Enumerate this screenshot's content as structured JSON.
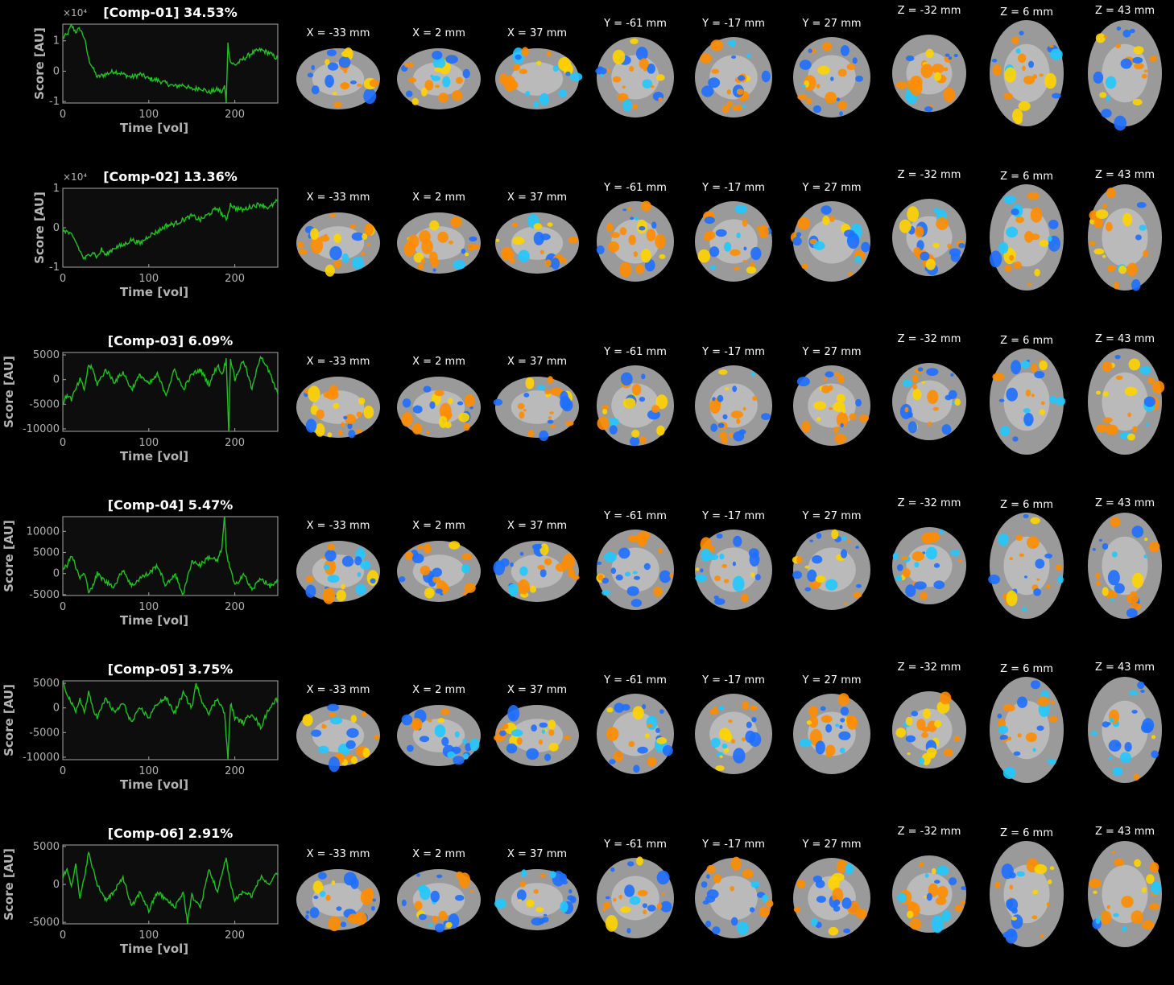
{
  "slice_labels": [
    "X = -33 mm",
    "X = 2 mm",
    "X = 37 mm",
    "Y = -61 mm",
    "Y = -17 mm",
    "Y = 27 mm",
    "Z = -32 mm",
    "Z = 6 mm",
    "Z = 43 mm"
  ],
  "colors": {
    "trace": "#22c022",
    "plot_bg": "#0d0d0d",
    "axis": "#a6a6a6",
    "brain": "#9a9a9a",
    "pos": "#ff8c00",
    "pos_hi": "#ffd400",
    "neg": "#1e6fff",
    "neg_hi": "#22c8ff"
  },
  "chart_data": [
    {
      "type": "line",
      "title": "[Comp-01] 34.53%",
      "xlabel": "Time [vol]",
      "ylabel": "Score [AU]",
      "exponent_label": "×10⁴",
      "xlim": [
        0,
        250
      ],
      "ylim": [
        -1.05,
        1.55
      ],
      "xticks": [
        0,
        100,
        200
      ],
      "xtick_labels": [
        "0",
        "100",
        "200"
      ],
      "yticks": [
        -1,
        0,
        1
      ],
      "ytick_labels": [
        "-1",
        "0",
        "1"
      ],
      "series": [
        {
          "x": [
            0,
            5,
            10,
            15,
            20,
            25,
            30,
            35,
            40,
            50,
            60,
            70,
            80,
            90,
            100,
            110,
            120,
            130,
            140,
            150,
            160,
            170,
            180,
            185,
            188,
            190,
            192,
            195,
            200,
            210,
            220,
            230,
            240,
            245,
            250
          ],
          "y": [
            1.1,
            1.2,
            1.5,
            1.3,
            1.4,
            1.1,
            0.4,
            0.1,
            -0.2,
            -0.1,
            0.0,
            -0.1,
            -0.2,
            -0.1,
            -0.25,
            -0.3,
            -0.4,
            -0.5,
            -0.45,
            -0.6,
            -0.55,
            -0.7,
            -0.6,
            -0.7,
            -0.5,
            -1.0,
            0.9,
            0.3,
            0.2,
            0.4,
            0.6,
            0.7,
            0.6,
            0.5,
            0.4
          ]
        }
      ]
    },
    {
      "type": "line",
      "title": "[Comp-02] 13.36%",
      "xlabel": "Time [vol]",
      "ylabel": "Score [AU]",
      "exponent_label": "×10⁴",
      "xlim": [
        0,
        250
      ],
      "ylim": [
        -1.0,
        1.0
      ],
      "xticks": [
        0,
        100,
        200
      ],
      "xtick_labels": [
        "0",
        "100",
        "200"
      ],
      "yticks": [
        -1,
        0,
        1
      ],
      "ytick_labels": [
        "-1",
        "0",
        "1"
      ],
      "series": [
        {
          "x": [
            0,
            5,
            10,
            15,
            20,
            25,
            30,
            35,
            40,
            45,
            50,
            60,
            70,
            80,
            90,
            100,
            110,
            120,
            130,
            140,
            150,
            160,
            170,
            180,
            190,
            195,
            200,
            210,
            220,
            230,
            240,
            250
          ],
          "y": [
            -0.05,
            -0.1,
            -0.2,
            -0.35,
            -0.6,
            -0.8,
            -0.7,
            -0.6,
            -0.75,
            -0.55,
            -0.7,
            -0.5,
            -0.45,
            -0.3,
            -0.4,
            -0.2,
            -0.1,
            0.05,
            0.1,
            0.2,
            0.3,
            0.2,
            0.35,
            0.5,
            0.2,
            0.6,
            0.5,
            0.45,
            0.55,
            0.6,
            0.5,
            0.7
          ]
        }
      ]
    },
    {
      "type": "line",
      "title": "[Comp-03] 6.09%",
      "xlabel": "Time [vol]",
      "ylabel": "Score [AU]",
      "xlim": [
        0,
        250
      ],
      "ylim": [
        -10500,
        5500
      ],
      "xticks": [
        0,
        100,
        200
      ],
      "xtick_labels": [
        "0",
        "100",
        "200"
      ],
      "yticks": [
        5000,
        0,
        -5000,
        -10000
      ],
      "ytick_labels": [
        "5000",
        "0",
        "-5000",
        "-10000"
      ],
      "series": [
        {
          "x": [
            0,
            5,
            10,
            15,
            20,
            25,
            30,
            35,
            40,
            50,
            60,
            70,
            80,
            90,
            100,
            110,
            120,
            130,
            140,
            150,
            160,
            170,
            180,
            185,
            190,
            193,
            195,
            200,
            210,
            220,
            230,
            240,
            250
          ],
          "y": [
            -5000,
            -3000,
            -4000,
            -2000,
            0,
            -2000,
            3000,
            2000,
            -1000,
            2000,
            -500,
            1500,
            -2000,
            1000,
            -1000,
            1000,
            -3000,
            2000,
            -2000,
            1000,
            2000,
            -1000,
            3000,
            1000,
            4000,
            -10500,
            4500,
            0,
            4000,
            -2000,
            5000,
            1500,
            -3000
          ]
        }
      ]
    },
    {
      "type": "line",
      "title": "[Comp-04] 5.47%",
      "xlabel": "Time [vol]",
      "ylabel": "Score [AU]",
      "xlim": [
        0,
        250
      ],
      "ylim": [
        -5200,
        13500
      ],
      "xticks": [
        0,
        100,
        200
      ],
      "xtick_labels": [
        "0",
        "100",
        "200"
      ],
      "yticks": [
        10000,
        5000,
        0,
        -5000
      ],
      "ytick_labels": [
        "10000",
        "5000",
        "0",
        "-5000"
      ],
      "series": [
        {
          "x": [
            0,
            5,
            10,
            15,
            20,
            25,
            30,
            35,
            40,
            50,
            60,
            70,
            80,
            90,
            100,
            110,
            120,
            130,
            140,
            150,
            160,
            170,
            180,
            185,
            188,
            190,
            192,
            195,
            200,
            210,
            220,
            230,
            240,
            250
          ],
          "y": [
            1500,
            2000,
            4500,
            1500,
            -1000,
            0,
            -4000,
            -3000,
            0,
            -2000,
            -3000,
            1000,
            -3000,
            -1000,
            0,
            2000,
            -3000,
            0,
            -5000,
            3000,
            2000,
            4000,
            3000,
            6000,
            13500,
            6000,
            3000,
            1000,
            -3000,
            0,
            -4000,
            -1000,
            -3000,
            -2000
          ]
        }
      ]
    },
    {
      "type": "line",
      "title": "[Comp-05] 3.75%",
      "xlabel": "Time [vol]",
      "ylabel": "Score [AU]",
      "xlim": [
        0,
        250
      ],
      "ylim": [
        -10500,
        5500
      ],
      "xticks": [
        0,
        100,
        200
      ],
      "xtick_labels": [
        "0",
        "100",
        "200"
      ],
      "yticks": [
        5000,
        0,
        -5000,
        -10000
      ],
      "ytick_labels": [
        "5000",
        "0",
        "-5000",
        "-10000"
      ],
      "series": [
        {
          "x": [
            0,
            5,
            10,
            15,
            20,
            25,
            30,
            35,
            40,
            50,
            60,
            70,
            80,
            90,
            100,
            110,
            120,
            130,
            140,
            150,
            155,
            160,
            170,
            180,
            188,
            192,
            195,
            200,
            210,
            220,
            230,
            240,
            250
          ],
          "y": [
            5000,
            3000,
            1000,
            -1000,
            2000,
            -1000,
            3000,
            0,
            -2000,
            2000,
            -1000,
            1000,
            -3000,
            0,
            -2000,
            1000,
            2000,
            -1000,
            3000,
            0,
            5000,
            2000,
            -1000,
            2000,
            -1000,
            -10500,
            1000,
            -2000,
            -3000,
            -1000,
            -4000,
            0,
            2000
          ]
        }
      ]
    },
    {
      "type": "line",
      "title": "[Comp-06] 2.91%",
      "xlabel": "Time [vol]",
      "ylabel": "Score [AU]",
      "xlim": [
        0,
        250
      ],
      "ylim": [
        -5200,
        5200
      ],
      "xticks": [
        0,
        100,
        200
      ],
      "xtick_labels": [
        "0",
        "100",
        "200"
      ],
      "yticks": [
        5000,
        0,
        -5000
      ],
      "ytick_labels": [
        "5000",
        "0",
        "-5000"
      ],
      "series": [
        {
          "x": [
            0,
            5,
            10,
            15,
            20,
            25,
            30,
            35,
            40,
            50,
            60,
            70,
            80,
            90,
            100,
            110,
            120,
            130,
            140,
            145,
            150,
            160,
            170,
            180,
            190,
            195,
            200,
            210,
            220,
            230,
            240,
            250
          ],
          "y": [
            1000,
            2000,
            0,
            2500,
            -2000,
            1000,
            4200,
            2000,
            0,
            -2000,
            -1000,
            1000,
            -3000,
            -1000,
            -3500,
            -1000,
            -2000,
            -3000,
            -1000,
            -5000,
            -1500,
            -3000,
            2000,
            -1000,
            3500,
            0,
            -2000,
            -1000,
            -1500,
            1000,
            0,
            1500
          ]
        }
      ]
    }
  ]
}
